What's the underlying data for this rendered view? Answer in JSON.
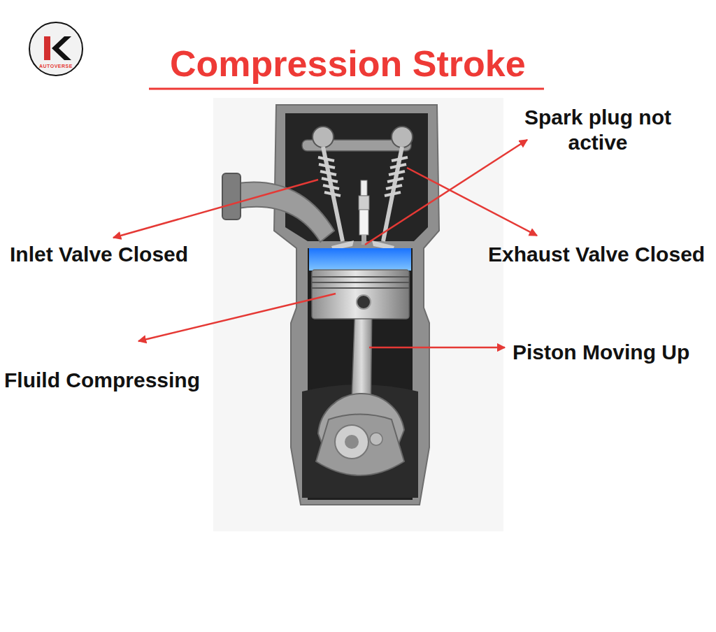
{
  "diagram": {
    "title": "Compression Stroke",
    "labels": [
      "AUTOVERSE",
      "Spark plug not active",
      "Inlet Valve Closed",
      "Exhaust Valve Closed",
      "Fluild Compressing",
      "Piston Moving Up"
    ]
  }
}
